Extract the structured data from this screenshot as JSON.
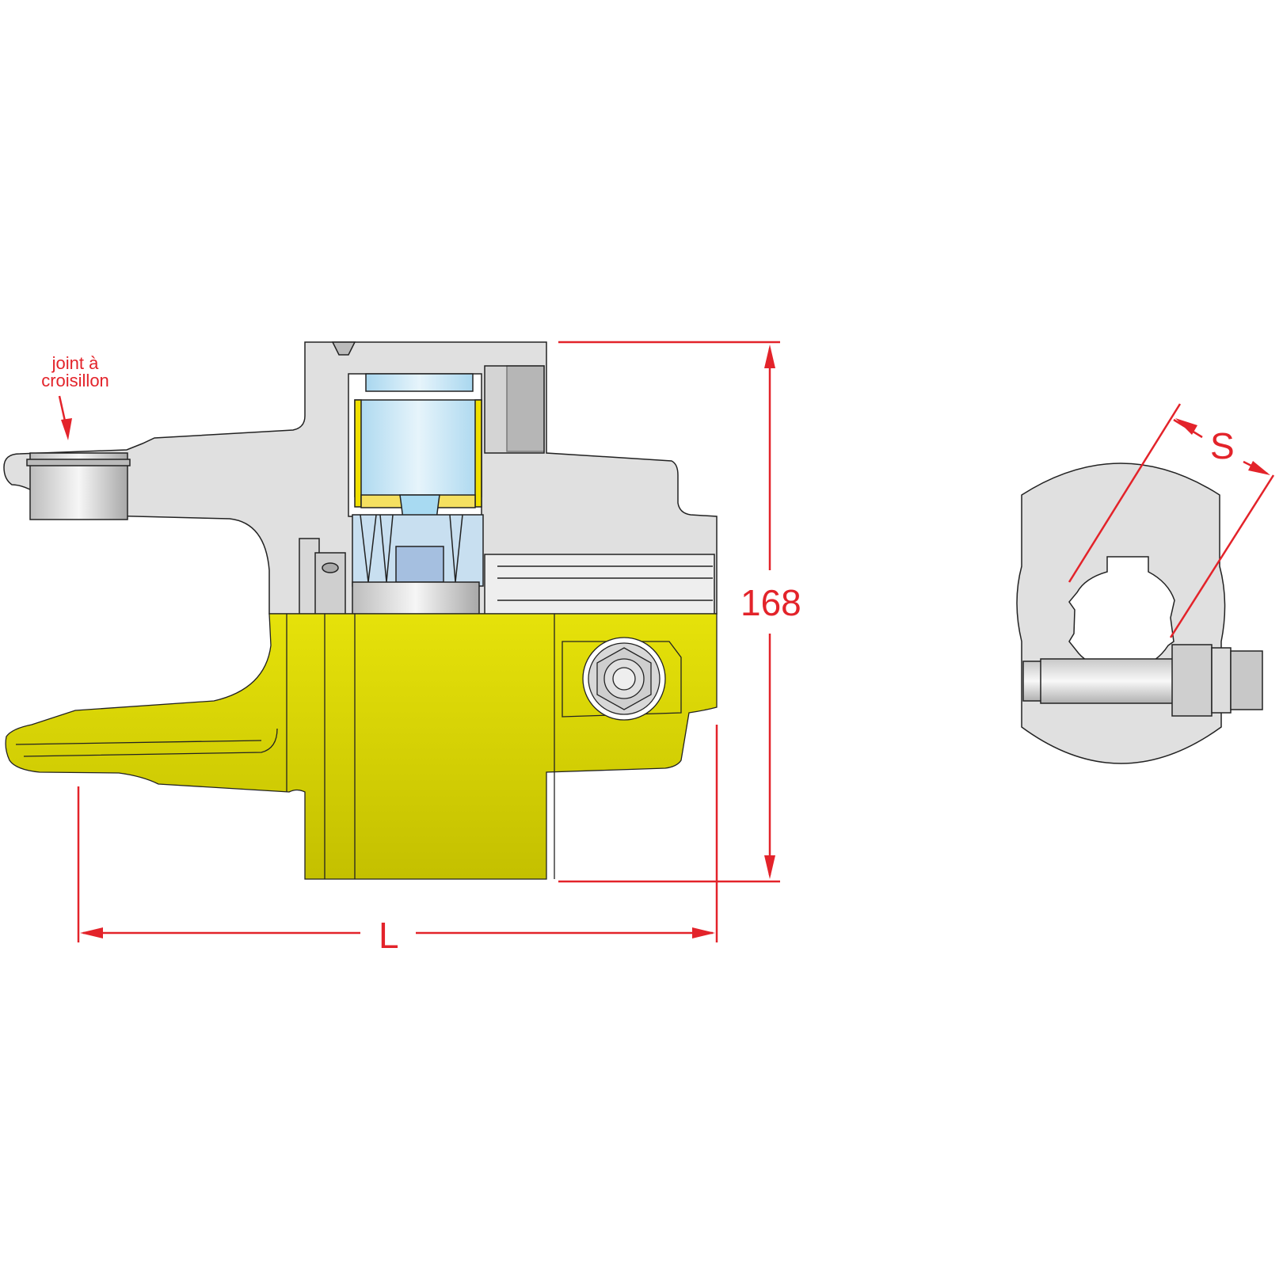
{
  "annotation": {
    "line1": "joint à",
    "line2": "croisillon"
  },
  "dimensions": {
    "height_value": "168",
    "length_label": "L",
    "spanner_label": "S"
  },
  "colors": {
    "dimension": "#e3232a",
    "body_grey": "#e0e0e0",
    "yellow": "#dcd800",
    "blue": "#bfe3f5",
    "outline": "#222222"
  }
}
